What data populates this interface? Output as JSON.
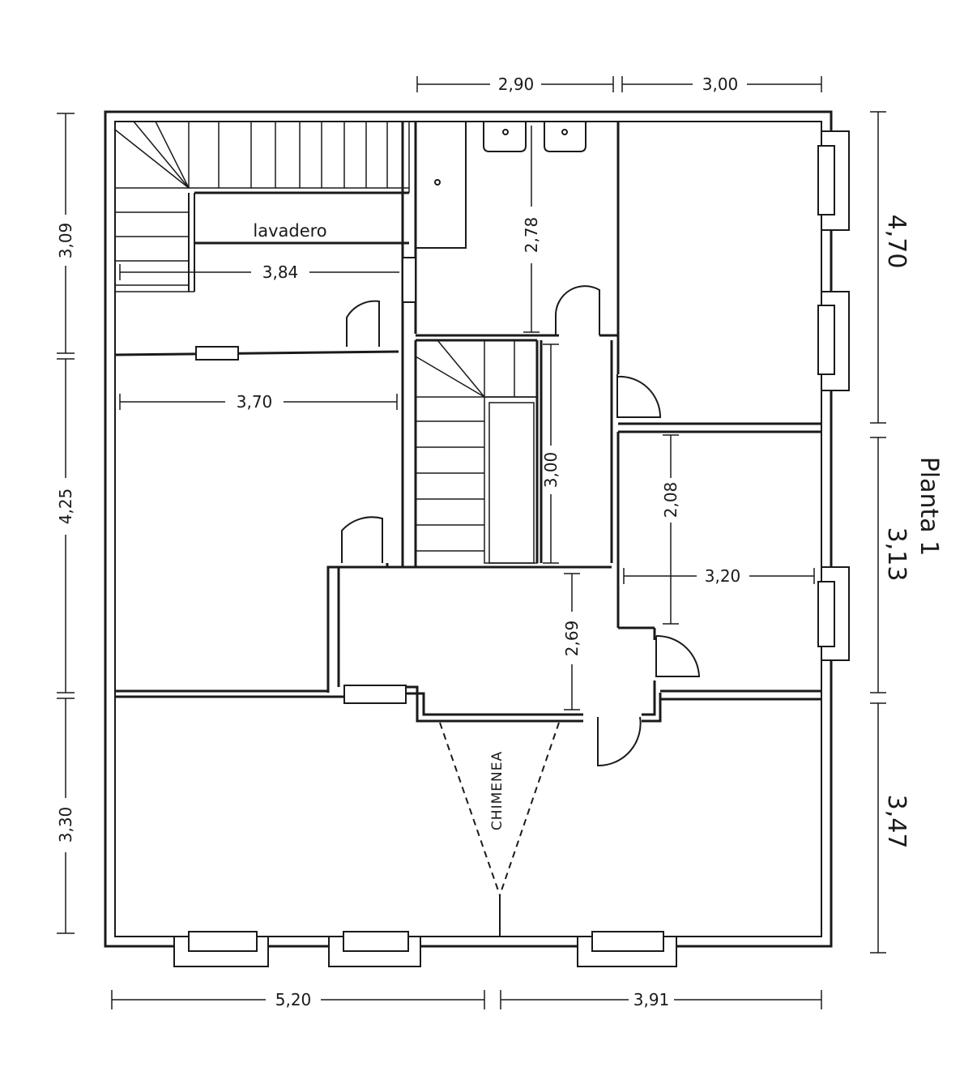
{
  "plan": {
    "title": "Planta 1",
    "rooms": {
      "laundry": "lavadero",
      "fireplace": "CHIMENEA"
    },
    "dimensions": {
      "top_left": "2,90",
      "top_right": "3,00",
      "bottom_left": "5,20",
      "bottom_right": "3,91",
      "left_top": "3,09",
      "left_middle": "4,25",
      "left_bottom": "3,30",
      "right_top": "4,70",
      "right_middle": "3,13",
      "right_bottom": "3,47",
      "laundry_width": "3,84",
      "room_width": "3,70",
      "bath_height": "2,78",
      "corridor_height": "3,00",
      "bedroom_height": "2,08",
      "bedroom_width": "3,20",
      "hall_height": "2,69"
    }
  }
}
